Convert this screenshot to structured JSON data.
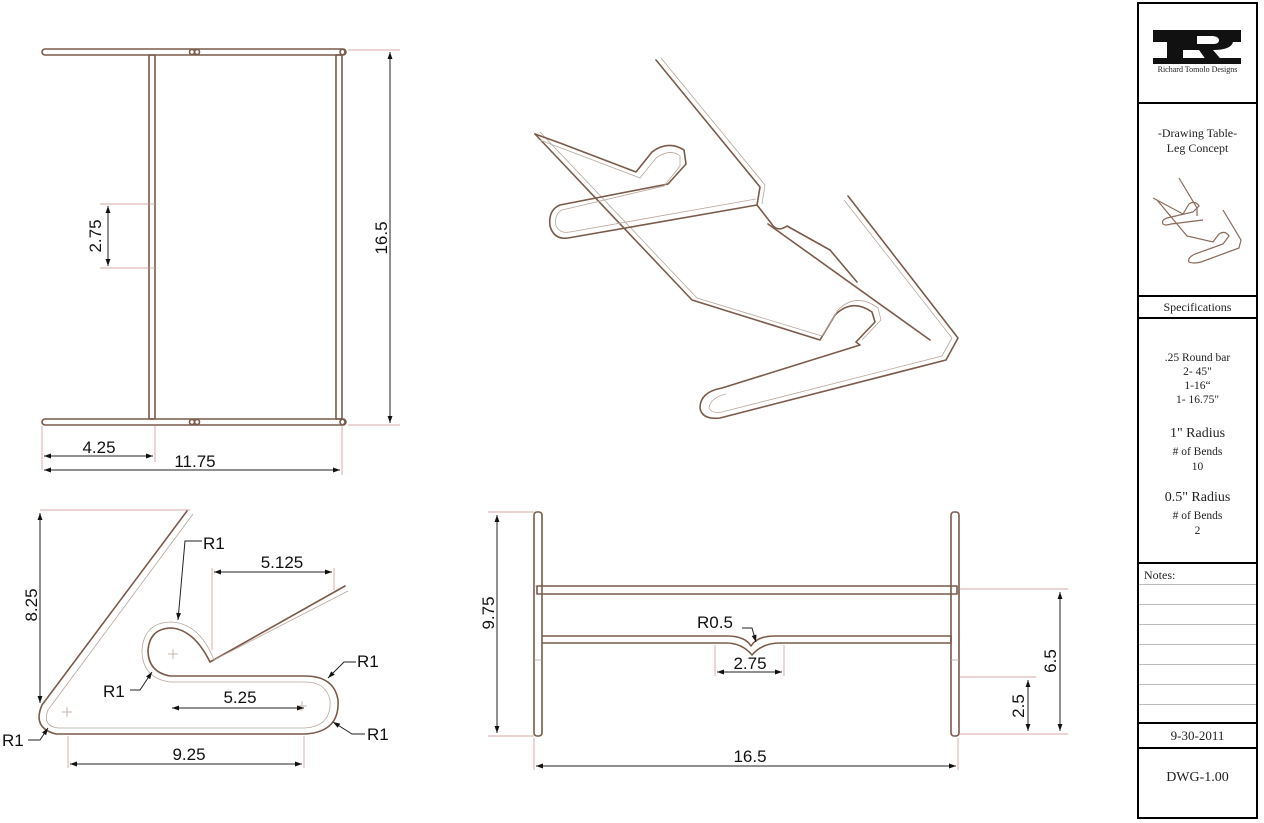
{
  "top_view": {
    "dims": {
      "height": "16.5",
      "width": "11.75",
      "offset": "4.25",
      "gap": "2.75"
    }
  },
  "iso_view": {},
  "side_view": {
    "dims": {
      "rise": "8.25",
      "radius_a": "R1",
      "radius_b": "R1",
      "radius_c": "R1",
      "radius_d": "R1",
      "arm": "5.125",
      "inner": "5.25",
      "base": "9.25"
    }
  },
  "front_view": {
    "dims": {
      "height": "9.75",
      "notch_radius": "R0.5",
      "notch_width": "2.75",
      "width": "16.5",
      "bar_height": "6.5",
      "low_height": "2.5"
    }
  },
  "title_block": {
    "company": "Richard Tomolo Designs",
    "logo_letter": "R",
    "title_line1": "-Drawing Table-",
    "title_line2": "Leg Concept",
    "specifications_label": "Specifications",
    "spec_material": ".25 Round bar",
    "spec_cut1": "2- 45\"",
    "spec_cut2": "1-16“",
    "spec_cut3": "1- 16.75\"",
    "radius1_label": "1\" Radius",
    "radius1_bends_label": "# of Bends",
    "radius1_bends": "10",
    "radius2_label": "0.5\" Radius",
    "radius2_bends_label": "# of Bends",
    "radius2_bends": "2",
    "notes_label": "Notes:",
    "date": "9-30-2011",
    "drawing_number": "DWG-1.00"
  }
}
